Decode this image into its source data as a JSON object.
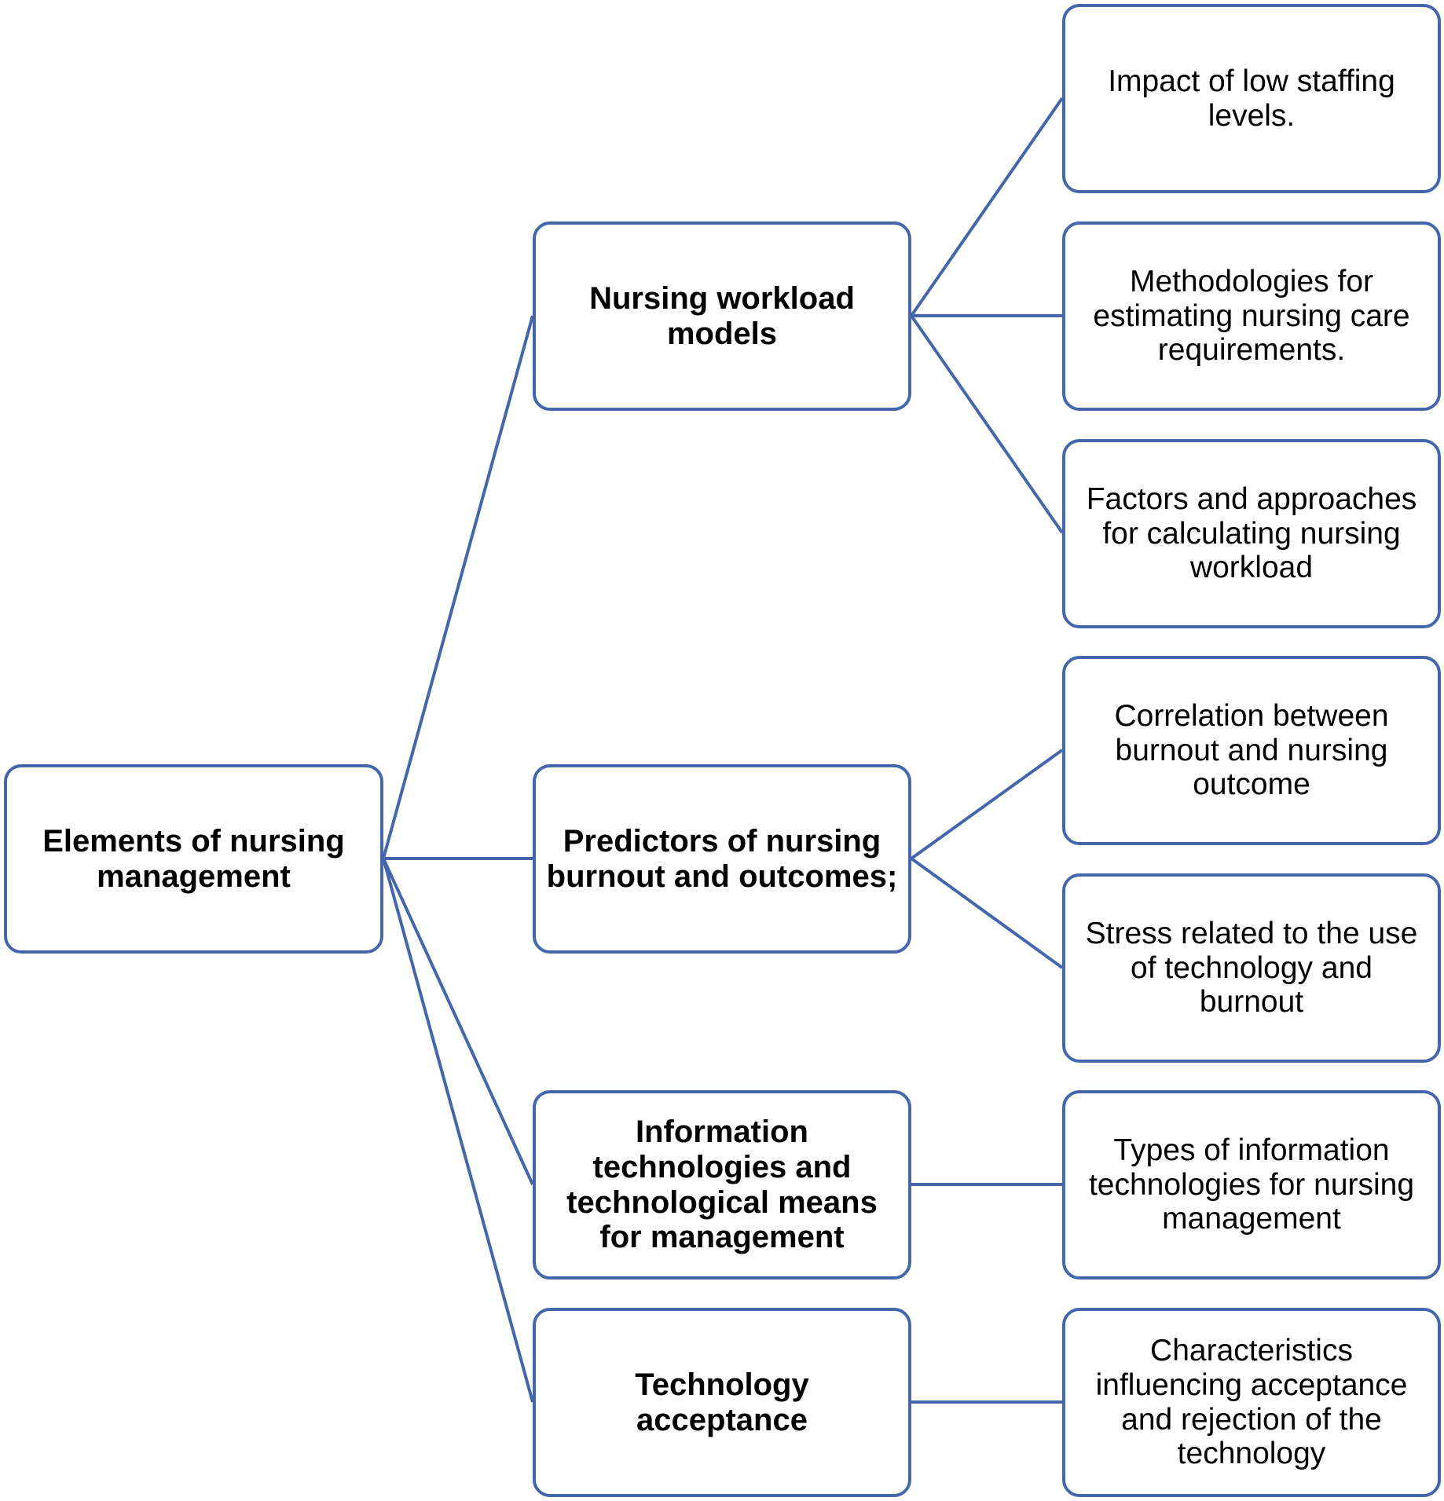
{
  "colors": {
    "stroke": "#4466aa",
    "text": "#000000",
    "background": "#ffffff"
  },
  "root": {
    "label": "Elements of nursing management"
  },
  "categories": [
    {
      "label": "Nursing workload models",
      "children": [
        "Impact of low staffing levels.",
        "Methodologies for estimating nursing care requirements.",
        "Factors and approaches for calculating nursing workload"
      ]
    },
    {
      "label": "Predictors of nursing burnout and outcomes;",
      "children": [
        "Correlation between burnout and nursing outcome",
        "Stress related to the use of technology and burnout"
      ]
    },
    {
      "label": "Information technologies and technological means for management",
      "children": [
        "Types of information technologies for nursing management"
      ]
    },
    {
      "label": "Technology acceptance",
      "children": [
        "Characteristics influencing acceptance and rejection of the technology"
      ]
    }
  ]
}
